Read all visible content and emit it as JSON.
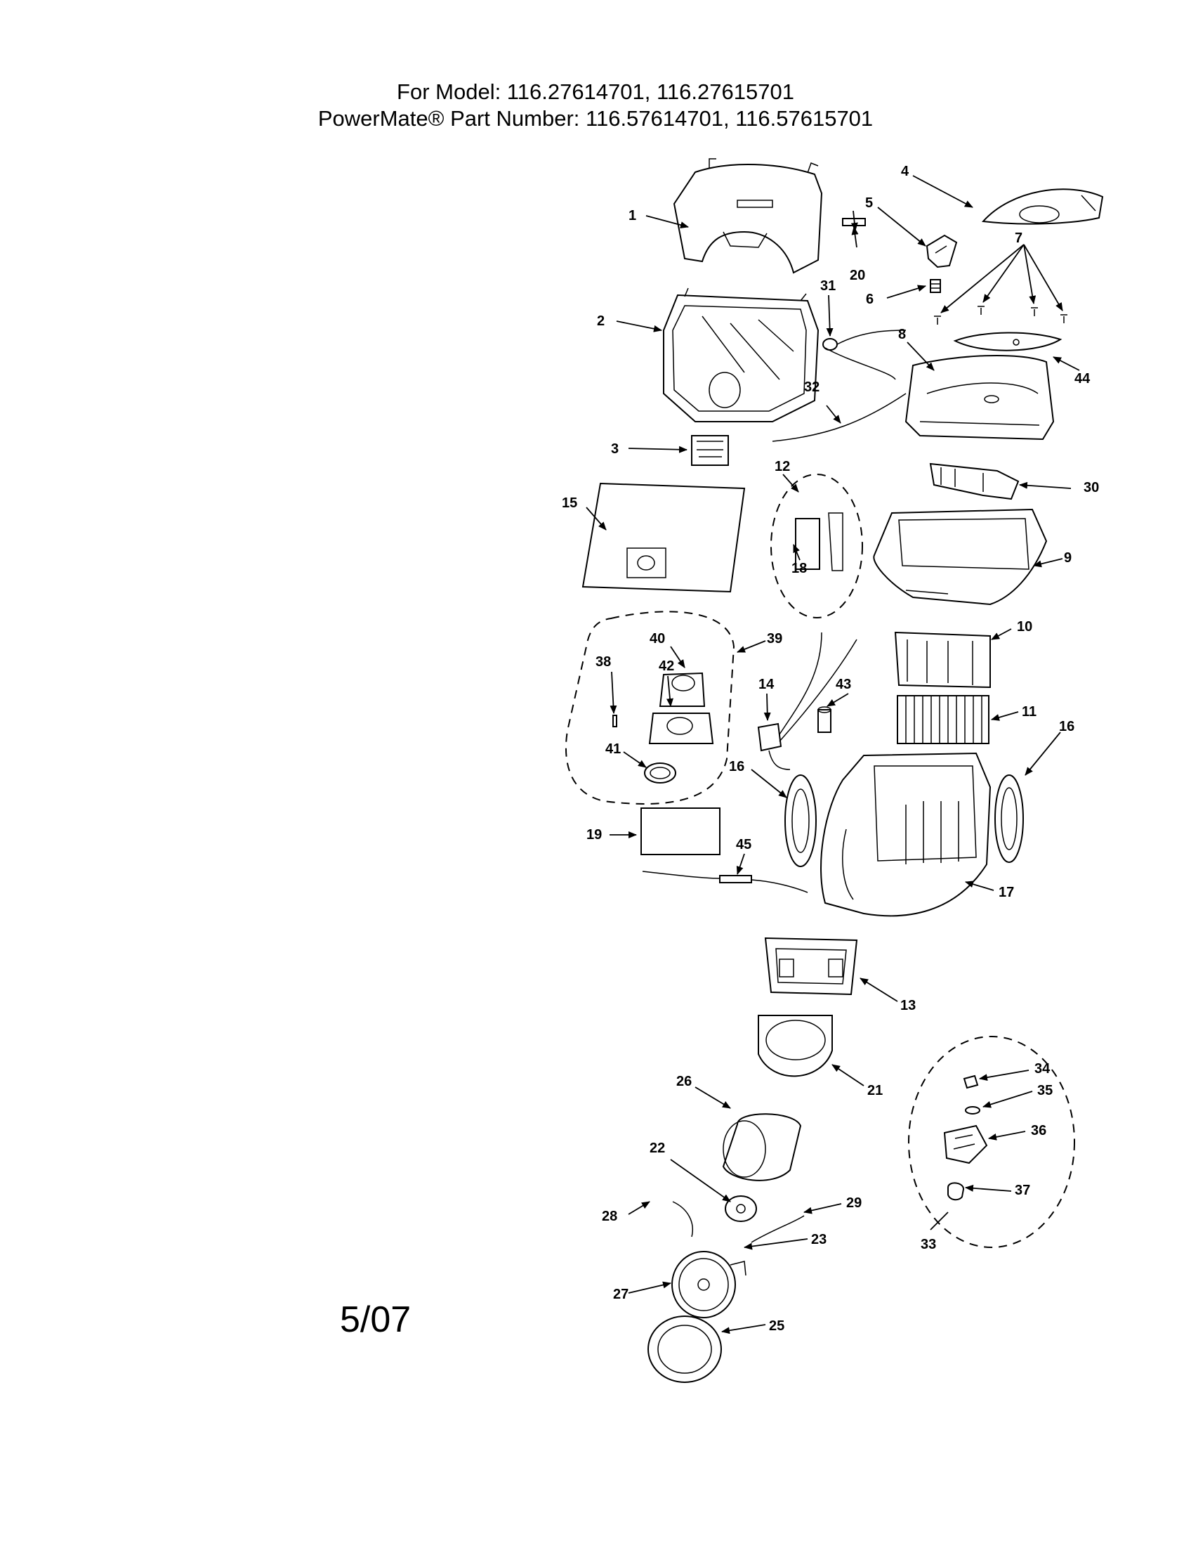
{
  "header": {
    "model_line": "For Model:  116.27614701, 116.27615701",
    "part_number_line": "PowerMate® Part Number:  116.57614701, 116.57615701"
  },
  "date_stamp": "5/07",
  "callouts": {
    "c1": "1",
    "c2": "2",
    "c3": "3",
    "c4": "4",
    "c5": "5",
    "c6": "6",
    "c7": "7",
    "c8": "8",
    "c9": "9",
    "c10": "10",
    "c11": "11",
    "c12": "12",
    "c13": "13",
    "c14": "14",
    "c15": "15",
    "c16a": "16",
    "c16b": "16",
    "c17": "17",
    "c18": "18",
    "c19": "19",
    "c20": "20",
    "c21": "21",
    "c22": "22",
    "c23": "23",
    "c25": "25",
    "c26": "26",
    "c27": "27",
    "c28": "28",
    "c29": "29",
    "c30": "30",
    "c31": "31",
    "c32": "32",
    "c33": "33",
    "c34": "34",
    "c35": "35",
    "c36": "36",
    "c37": "37",
    "c38": "38",
    "c39": "39",
    "c40": "40",
    "c41": "41",
    "c42": "42",
    "c43": "43",
    "c44": "44",
    "c45": "45"
  }
}
